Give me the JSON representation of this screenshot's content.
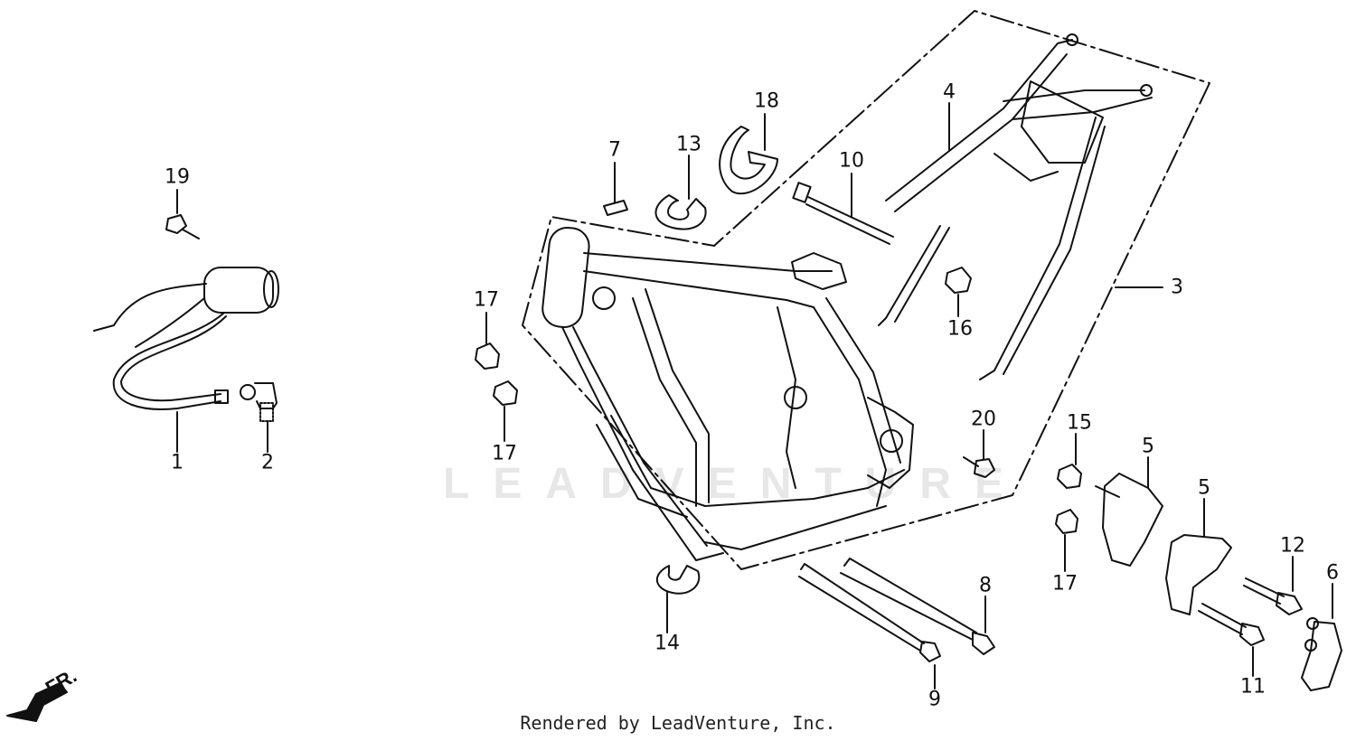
{
  "diagram": {
    "callouts": [
      {
        "id": "1",
        "text": "1"
      },
      {
        "id": "2",
        "text": "2"
      },
      {
        "id": "3",
        "text": "3"
      },
      {
        "id": "4",
        "text": "4"
      },
      {
        "id": "5a",
        "text": "5"
      },
      {
        "id": "5b",
        "text": "5"
      },
      {
        "id": "6",
        "text": "6"
      },
      {
        "id": "7",
        "text": "7"
      },
      {
        "id": "8",
        "text": "8"
      },
      {
        "id": "9",
        "text": "9"
      },
      {
        "id": "10",
        "text": "10"
      },
      {
        "id": "11",
        "text": "11"
      },
      {
        "id": "12",
        "text": "12"
      },
      {
        "id": "13",
        "text": "13"
      },
      {
        "id": "14",
        "text": "14"
      },
      {
        "id": "15",
        "text": "15"
      },
      {
        "id": "16",
        "text": "16"
      },
      {
        "id": "17a",
        "text": "17"
      },
      {
        "id": "17b",
        "text": "17"
      },
      {
        "id": "17c",
        "text": "17"
      },
      {
        "id": "18",
        "text": "18"
      },
      {
        "id": "19",
        "text": "19"
      },
      {
        "id": "20",
        "text": "20"
      }
    ],
    "direction_label": "FR.",
    "watermark": "LEADVENTURE",
    "footer": "Rendered by LeadVenture, Inc."
  }
}
